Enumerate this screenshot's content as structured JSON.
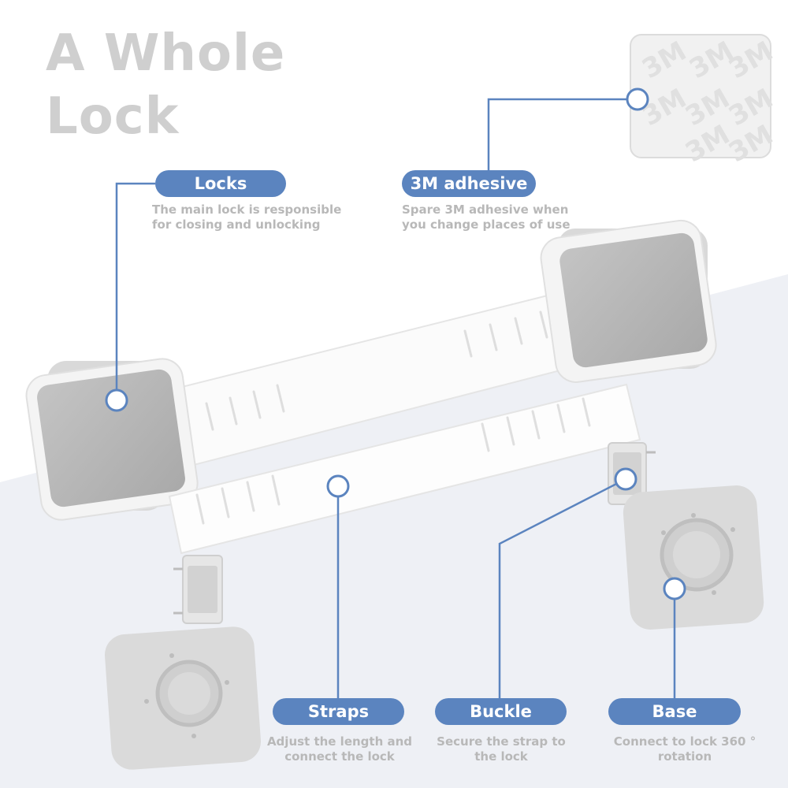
{
  "headline": {
    "line1": "A Whole",
    "line2": "Lock"
  },
  "adhesive_tile": {
    "brand_mark": "3M"
  },
  "labels": {
    "locks": {
      "title": "Locks",
      "desc_line1": "The main lock is responsible",
      "desc_line2": "for closing and unlocking"
    },
    "adhesive": {
      "title": "3M adhesive",
      "desc_line1": "Spare 3M adhesive when",
      "desc_line2": "you change places of use"
    },
    "straps": {
      "title": "Straps",
      "desc_line1": "Adjust the length and",
      "desc_line2": "connect the lock"
    },
    "buckle": {
      "title": "Buckle",
      "desc_line1": "Secure the strap to",
      "desc_line2": "the lock"
    },
    "base": {
      "title": "Base",
      "desc_line1": "Connect to lock 360 °",
      "desc_line2": "rotation"
    }
  },
  "colors": {
    "accent": "#5b84bf",
    "headline": "#cfcfcf",
    "description": "#b8b8b8",
    "background_band": "#eef0f5"
  }
}
